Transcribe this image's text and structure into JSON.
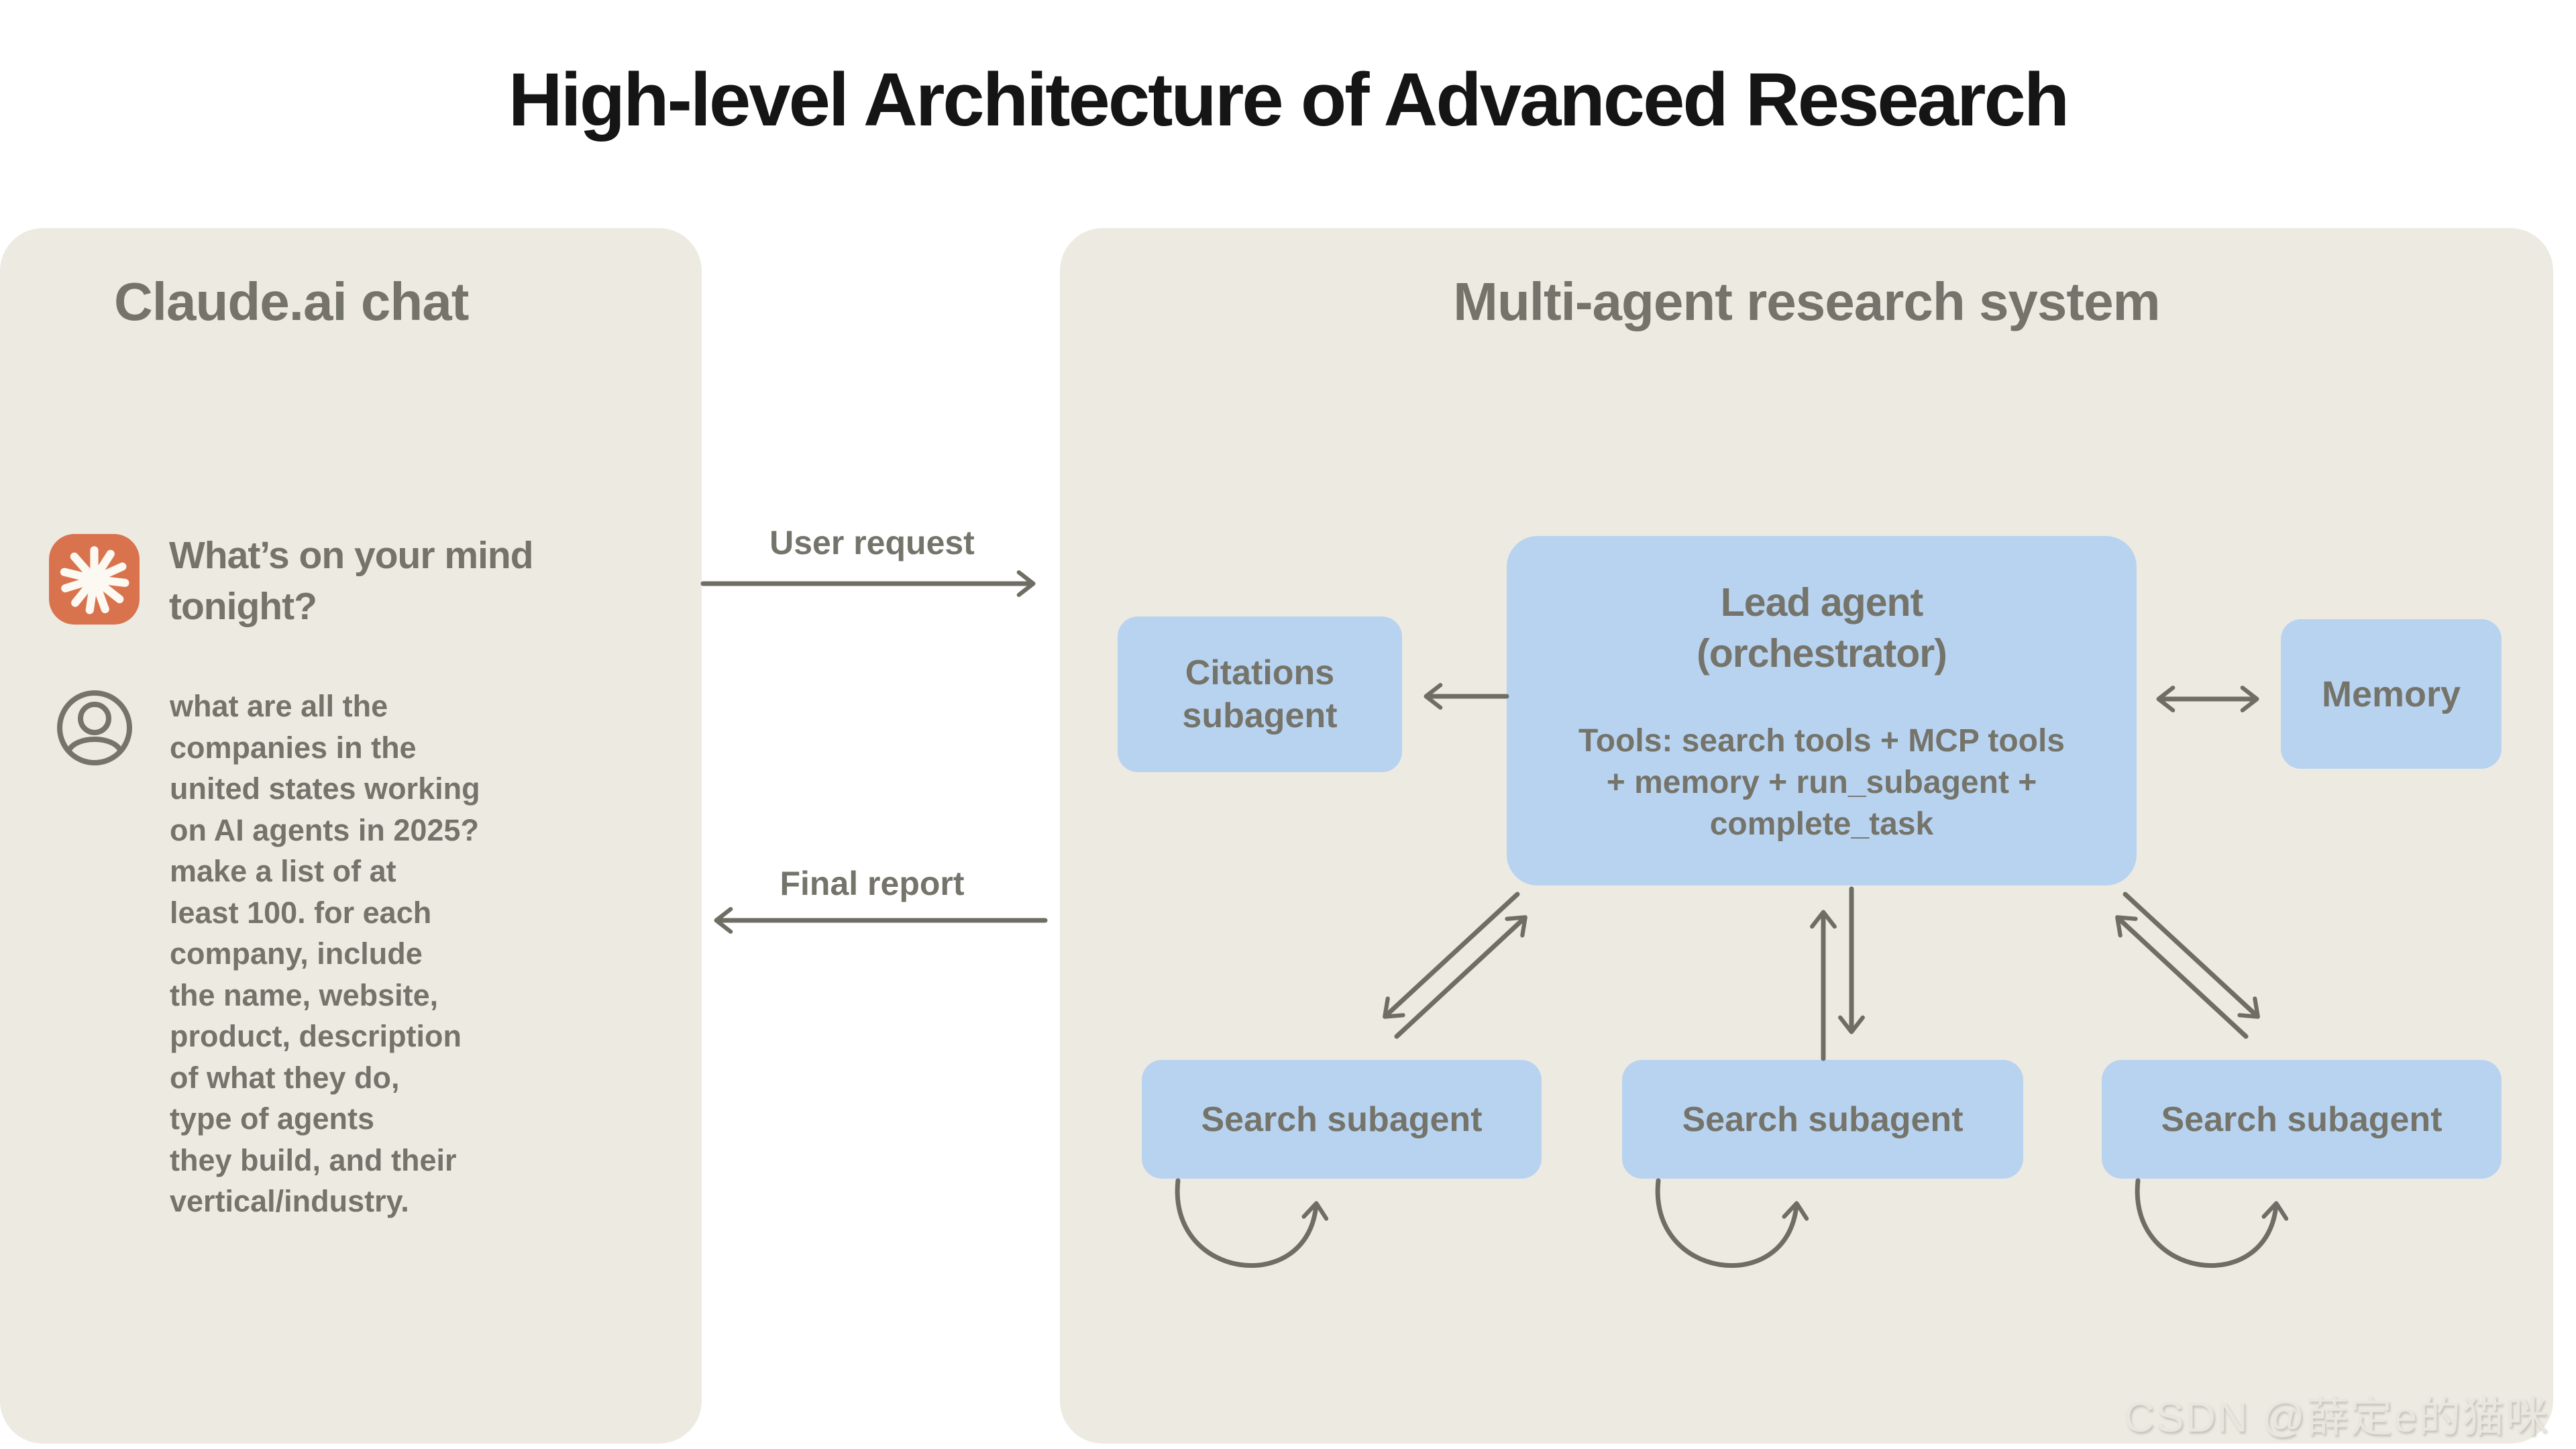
{
  "title": "High-level Architecture of Advanced Research",
  "left_panel": {
    "heading": "Claude.ai chat",
    "prompt_line1": "What’s on your mind",
    "prompt_line2": "tonight?",
    "query_lines": [
      "what are all the",
      "companies in the",
      "united states working",
      "on AI agents in 2025?",
      "make a list of at",
      "least 100. for each",
      "company, include",
      "the name, website,",
      "product, description",
      "of what they do,",
      "type of agents",
      "they build, and their",
      "vertical/industry."
    ]
  },
  "flow_labels": {
    "user_request": "User request",
    "final_report": "Final report"
  },
  "right_panel": {
    "heading": "Multi-agent research system",
    "lead_agent": {
      "title_line1": "Lead agent",
      "title_line2": "(orchestrator)",
      "tools_lines": [
        "Tools: search tools + MCP tools",
        "+ memory + run_subagent +",
        "complete_task"
      ]
    },
    "citations_label_line1": "Citations",
    "citations_label_line2": "subagent",
    "memory_label": "Memory",
    "search_subagents": [
      "Search subagent",
      "Search subagent",
      "Search subagent"
    ]
  },
  "watermark": "CSDN @薛定e的猫咪",
  "colors": {
    "panel_bg": "#EDEAE2",
    "box_blue": "#B8D3F0",
    "text_gray": "#75746B",
    "arrow_gray": "#6F6E65",
    "accent_orange": "#D9734E",
    "title_black": "#151515"
  }
}
